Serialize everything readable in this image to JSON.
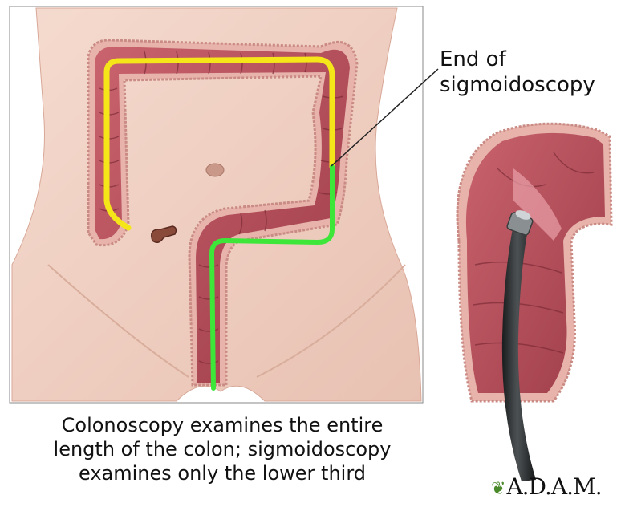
{
  "labels": {
    "end_of_sigmoidoscopy": [
      "End of",
      "sigmoidoscopy"
    ]
  },
  "caption": [
    "Colonoscopy examines the entire",
    "length of the colon; sigmoidoscopy",
    "examines only the lower third"
  ],
  "brand": "A.D.A.M.",
  "brand_icon": "leaf-icon",
  "colors": {
    "colonoscopy_path": "#f5e61a",
    "sigmoidoscopy_path": "#3ee63a",
    "colon": "#b8505a",
    "skin": "#f1d3c7",
    "scope": "#2a2d2e"
  }
}
